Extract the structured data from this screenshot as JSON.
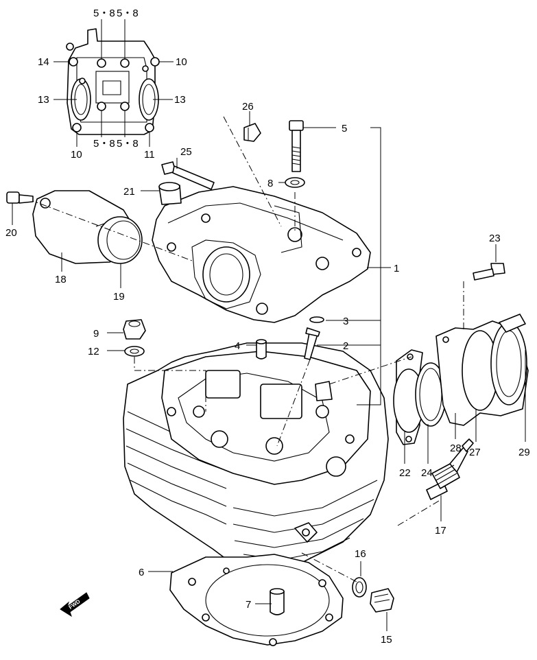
{
  "callouts": {
    "c1": "1",
    "c2": "2",
    "c3": "3",
    "c4": "4",
    "c5": "5",
    "c6": "6",
    "c7": "7",
    "c8": "8",
    "c9": "9",
    "c12": "12",
    "c15": "15",
    "c16": "16",
    "c17": "17",
    "c18": "18",
    "c19": "19",
    "c20": "20",
    "c21": "21",
    "c22": "22",
    "c23": "23",
    "c24": "24",
    "c25": "25",
    "c26": "26",
    "c27": "27",
    "c28": "28",
    "c29": "29"
  },
  "inset": {
    "top_left": "5・8",
    "top_right": "5・8",
    "bottom_left": "5・8",
    "bottom_right": "5・8",
    "left_upper": "14",
    "right_upper": "10",
    "left_mid": "13",
    "right_mid": "13",
    "left_lower": "10",
    "right_lower": "11"
  },
  "fwd_label": "FWD"
}
